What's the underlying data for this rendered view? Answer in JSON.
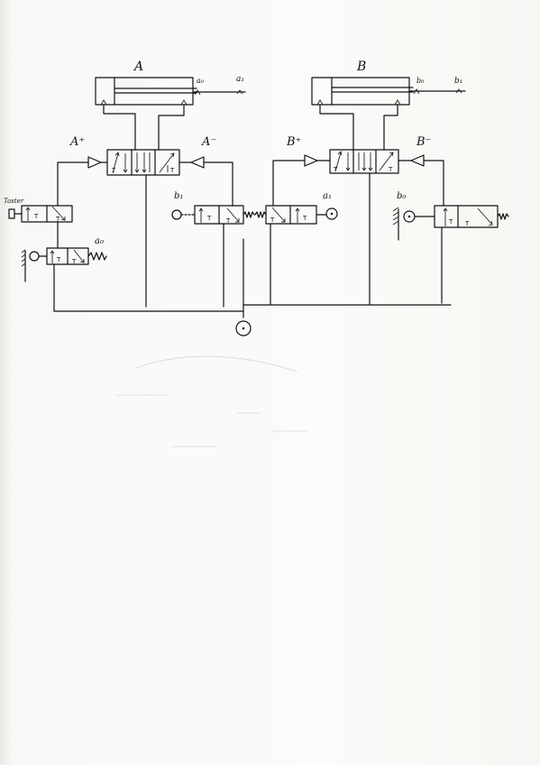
{
  "labels": {
    "cylinder_a": "A",
    "cylinder_b": "B",
    "a_sensor_a0": "a₀",
    "a_sensor_a1": "a₁",
    "b_sensor_b0": "b₀",
    "b_sensor_b1": "b₁",
    "a_plus": "A⁺",
    "a_minus": "A⁻",
    "b_plus": "B⁺",
    "b_minus": "B⁻",
    "start": "Taster",
    "valve_b1_label": "b₁",
    "valve_a1_label": "a₁",
    "valve_a0_label": "a₀",
    "valve_b0_label": "b₀",
    "tank_symbol": "T"
  }
}
